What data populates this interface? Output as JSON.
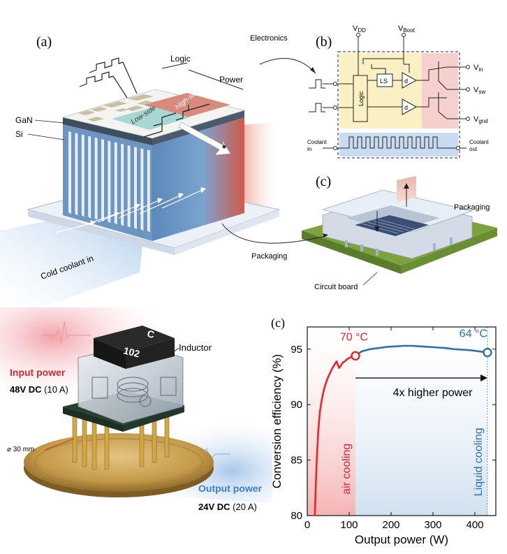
{
  "top": {
    "panel_a": "(a)",
    "panel_b": "(b)",
    "panel_c": "(c)",
    "logic": "Logic",
    "power": "Power",
    "electronics": "Electronics",
    "gan": "GaN",
    "si": "Si",
    "high_side": "High-side",
    "low_side": "Low-side",
    "cold_coolant": "Cold coolant in",
    "packaging_left": "Packaging",
    "packaging_right": "Packaging",
    "circuit_board": "Circuit board",
    "circuit": {
      "vdd_main": "V",
      "vdd_sub": "DD",
      "vboot_main": "V",
      "vboot_sub": "Boot",
      "vin_main": "V",
      "vin_sub": "in",
      "vsw_main": "V",
      "vsw_sub": "sw",
      "vgnd_main": "V",
      "vgnd_sub": "gnd",
      "logic_block": "Logic",
      "ls_block": "LS",
      "driver": "d",
      "coolant_in_1": "Coolant",
      "coolant_in_2": "in",
      "coolant_out_1": "Coolant",
      "coolant_out_2": "out"
    }
  },
  "bottom": {
    "inductor": "Inductor",
    "input_power": "Input power",
    "input_spec_bold": "48V DC",
    "input_spec_rest": " (10 A)",
    "output_power": "Output power",
    "output_spec_bold": "24V DC",
    "output_spec_rest": " (20 A)",
    "diameter": "⌀ 30 mm",
    "chip_label_1": "C",
    "chip_label_2": "102"
  },
  "chart_data": {
    "type": "line",
    "panel_label": "(c)",
    "xlabel": "Output power (W)",
    "ylabel": "Conversion efficiency (%)",
    "xlim": [
      0,
      450
    ],
    "ylim": [
      80,
      97
    ],
    "xticks": [
      0,
      100,
      200,
      300,
      400
    ],
    "yticks": [
      80,
      85,
      90,
      95
    ],
    "series": [
      {
        "color": "#e8262a",
        "x": [
          18,
          22,
          26,
          30,
          35,
          40,
          45,
          50,
          55,
          60,
          65,
          70,
          73,
          76,
          80,
          85,
          90,
          95,
          100,
          105,
          110,
          115
        ],
        "y": [
          80.0,
          84.5,
          87.5,
          89.3,
          90.5,
          91.4,
          92.0,
          92.5,
          92.9,
          93.3,
          93.6,
          93.9,
          93.6,
          93.3,
          93.5,
          93.8,
          93.9,
          94.1,
          94.2,
          94.3,
          94.4,
          94.4
        ]
      },
      {
        "color": "#2f6fb0",
        "x": [
          115,
          130,
          150,
          170,
          190,
          210,
          230,
          250,
          270,
          290,
          310,
          330,
          350,
          370,
          390,
          410,
          430
        ],
        "y": [
          94.4,
          94.8,
          95.0,
          95.1,
          95.2,
          95.25,
          95.3,
          95.3,
          95.25,
          95.2,
          95.15,
          95.1,
          95.0,
          94.95,
          94.9,
          94.8,
          94.7
        ]
      }
    ],
    "markers": [
      {
        "x": 115,
        "y": 94.4,
        "color": "#e8262a",
        "label": "70 °C"
      },
      {
        "x": 430,
        "y": 94.7,
        "color": "#2f6fb0",
        "label": "64 °C"
      }
    ],
    "regions": [
      {
        "x0": 0,
        "x1": 115,
        "color": "#f4b4b4",
        "label": "air cooling"
      },
      {
        "x0": 115,
        "x1": 430,
        "color": "#cfe0f0",
        "label": "Liquid cooling"
      }
    ],
    "arrow": {
      "x0": 115,
      "x1": 430,
      "y": 92.4,
      "label": "4x higher power"
    }
  }
}
